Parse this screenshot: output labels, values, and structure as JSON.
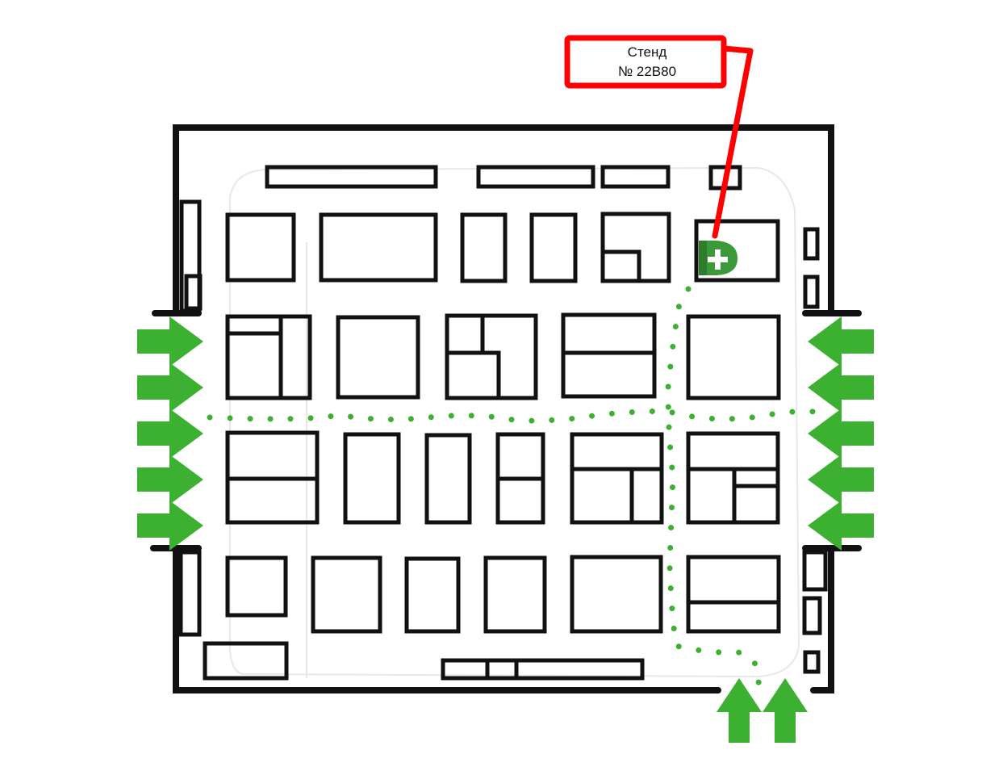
{
  "callout": {
    "line1": "Стенд",
    "line2": "№ 22B80"
  },
  "logo_letter": "D",
  "colors": {
    "walls": "#111111",
    "callout": "#ff0000",
    "arrows": "#3cb030",
    "route": "#3cb030",
    "logo": "#3a9a3a",
    "background": "#ffffff"
  },
  "icons": [
    "entrance-arrow-icon",
    "pharmacy-cross-icon"
  ]
}
